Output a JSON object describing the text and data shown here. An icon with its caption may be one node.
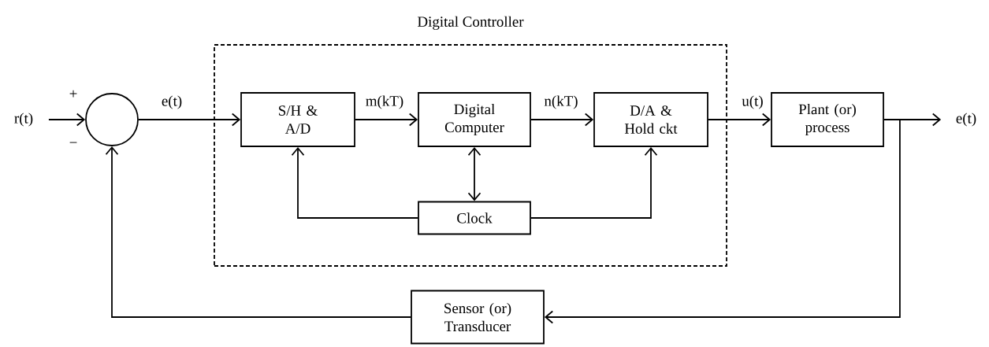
{
  "diagram": {
    "nodes": [
      {
        "text": [
          "Digital Controller"
        ]
      },
      {
        "text": [
          "r(t)"
        ]
      },
      {
        "text": [],
        "shape": "circle"
      },
      {
        "text": [
          "S/H & A/D"
        ],
        "in": 0
      },
      {
        "text": [
          "Digital Computer"
        ],
        "in": 0
      },
      {
        "text": [
          "D/A & Hold ckt"
        ],
        "in": 0
      },
      {
        "text": [
          "Clock"
        ],
        "in": 0
      },
      {
        "text": [
          "Plant (or) process"
        ]
      },
      {
        "text": [
          "e(t)"
        ]
      },
      {
        "text": [
          "Sensor (or) Transducer"
        ]
      }
    ],
    "edges": [
      {
        "from": 1,
        "to": 2,
        "arrow": "to"
      },
      {
        "from": 2,
        "to": 3,
        "arrow": "to",
        "label": "e(t)"
      },
      {
        "from": 3,
        "to": 4,
        "arrow": "to",
        "label": "m(kT)"
      },
      {
        "from": 4,
        "to": 5,
        "arrow": "to",
        "label": "n(kT)"
      },
      {
        "from": 5,
        "to": 7,
        "arrow": "to",
        "label": "u(t)"
      },
      {
        "from": 7,
        "to": 8,
        "arrow": "to"
      },
      {
        "from": 4,
        "to": 6,
        "arrow": "both"
      },
      {
        "from": 6,
        "to": 3,
        "arrow": "to"
      },
      {
        "from": 6,
        "to": 5,
        "arrow": "to"
      },
      {
        "from": 7,
        "to": 9,
        "arrow": "to"
      },
      {
        "from": 9,
        "to": 2,
        "arrow": "to"
      }
    ],
    "labels": [
      "+",
      "−"
    ]
  }
}
